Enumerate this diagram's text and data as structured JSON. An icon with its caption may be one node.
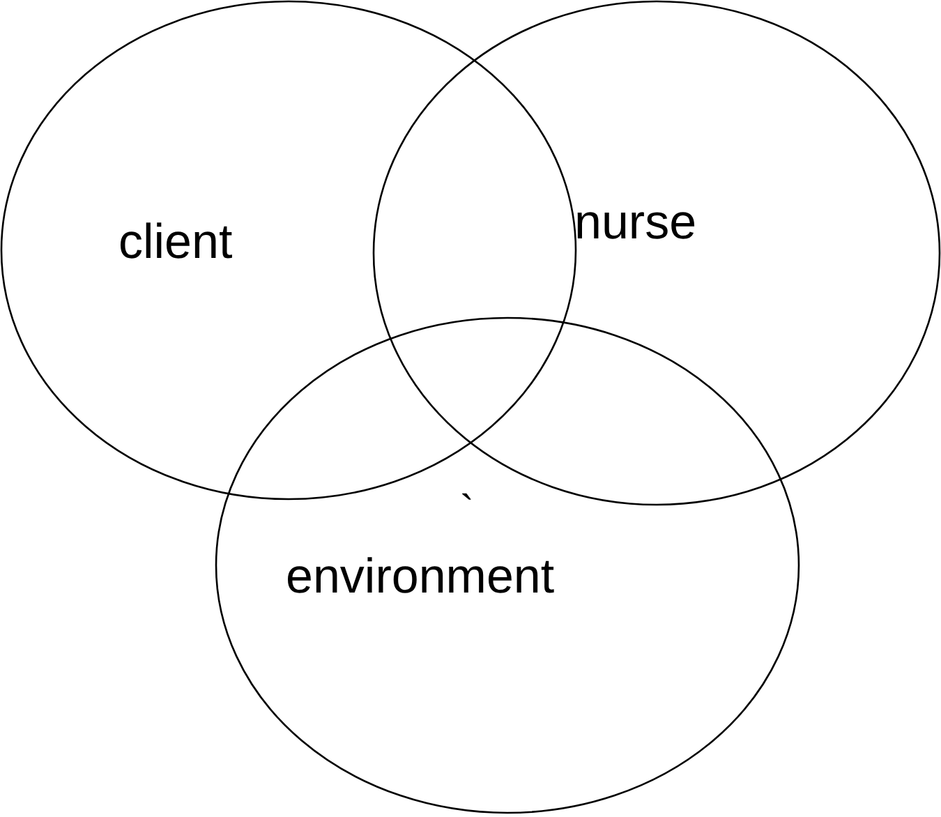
{
  "diagram": {
    "nodes": [
      {
        "text": [
          "client"
        ]
      },
      {
        "text": [
          "nurse"
        ]
      },
      {
        "text": [
          "environment"
        ]
      }
    ],
    "labels": [
      "`"
    ]
  }
}
